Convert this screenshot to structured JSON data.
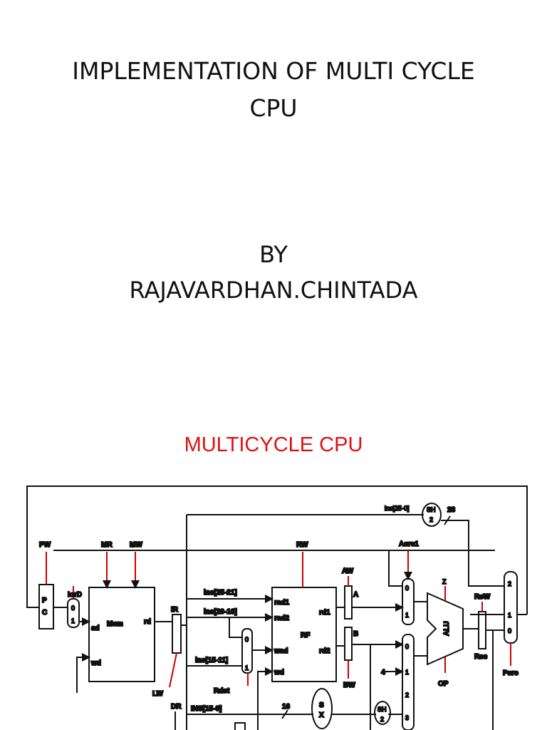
{
  "slide1": {
    "title_line1": "IMPLEMENTATION OF MULTI CYCLE",
    "title_line2": "CPU",
    "by": "BY",
    "author": "RAJAVARDHAN.CHINTADA"
  },
  "slide2": {
    "heading": "MULTICYCLE CPU",
    "heading_color": "#e01010",
    "diagram_labels": {
      "pw": "PW",
      "mr": "MR",
      "mw": "MW",
      "rw": "RW",
      "asrc1": "Asrc1",
      "aw": "AW",
      "a": "A",
      "bw": "BW",
      "b": "B",
      "z": "Z",
      "rew": "ReW",
      "res": "Res",
      "psrc": "Psrc",
      "lord": "IorD",
      "pc_p": "P",
      "pc_c": "C",
      "mux_0": "0",
      "mux_1": "1",
      "mux_2": "2",
      "mux_3": "3",
      "mem": "Mem",
      "ad": "ad",
      "rd": "rd",
      "wd": "wd",
      "ir": "IR",
      "lw": "LW",
      "dr": "DR",
      "ins_25_21": "ins[25-21]",
      "ins_20_16": "ins[20-16]",
      "ins_15_11": "ins[15-11]",
      "ins_15_0": "INS[15-0]",
      "ins_25_0": "ins[25-0]",
      "rad1": "rad1",
      "rad2": "rad2",
      "wad": "wad",
      "rf_wd": "wd",
      "rf": "RF",
      "rd1": "rd1",
      "rd2": "rd2",
      "rdst": "Rdst",
      "sh": "SH",
      "sh2": "2",
      "n28": "28",
      "n16": "16",
      "n4": "4",
      "alu": "ALU",
      "op": "OP",
      "sx_s": "S",
      "sx_x": "X"
    }
  }
}
